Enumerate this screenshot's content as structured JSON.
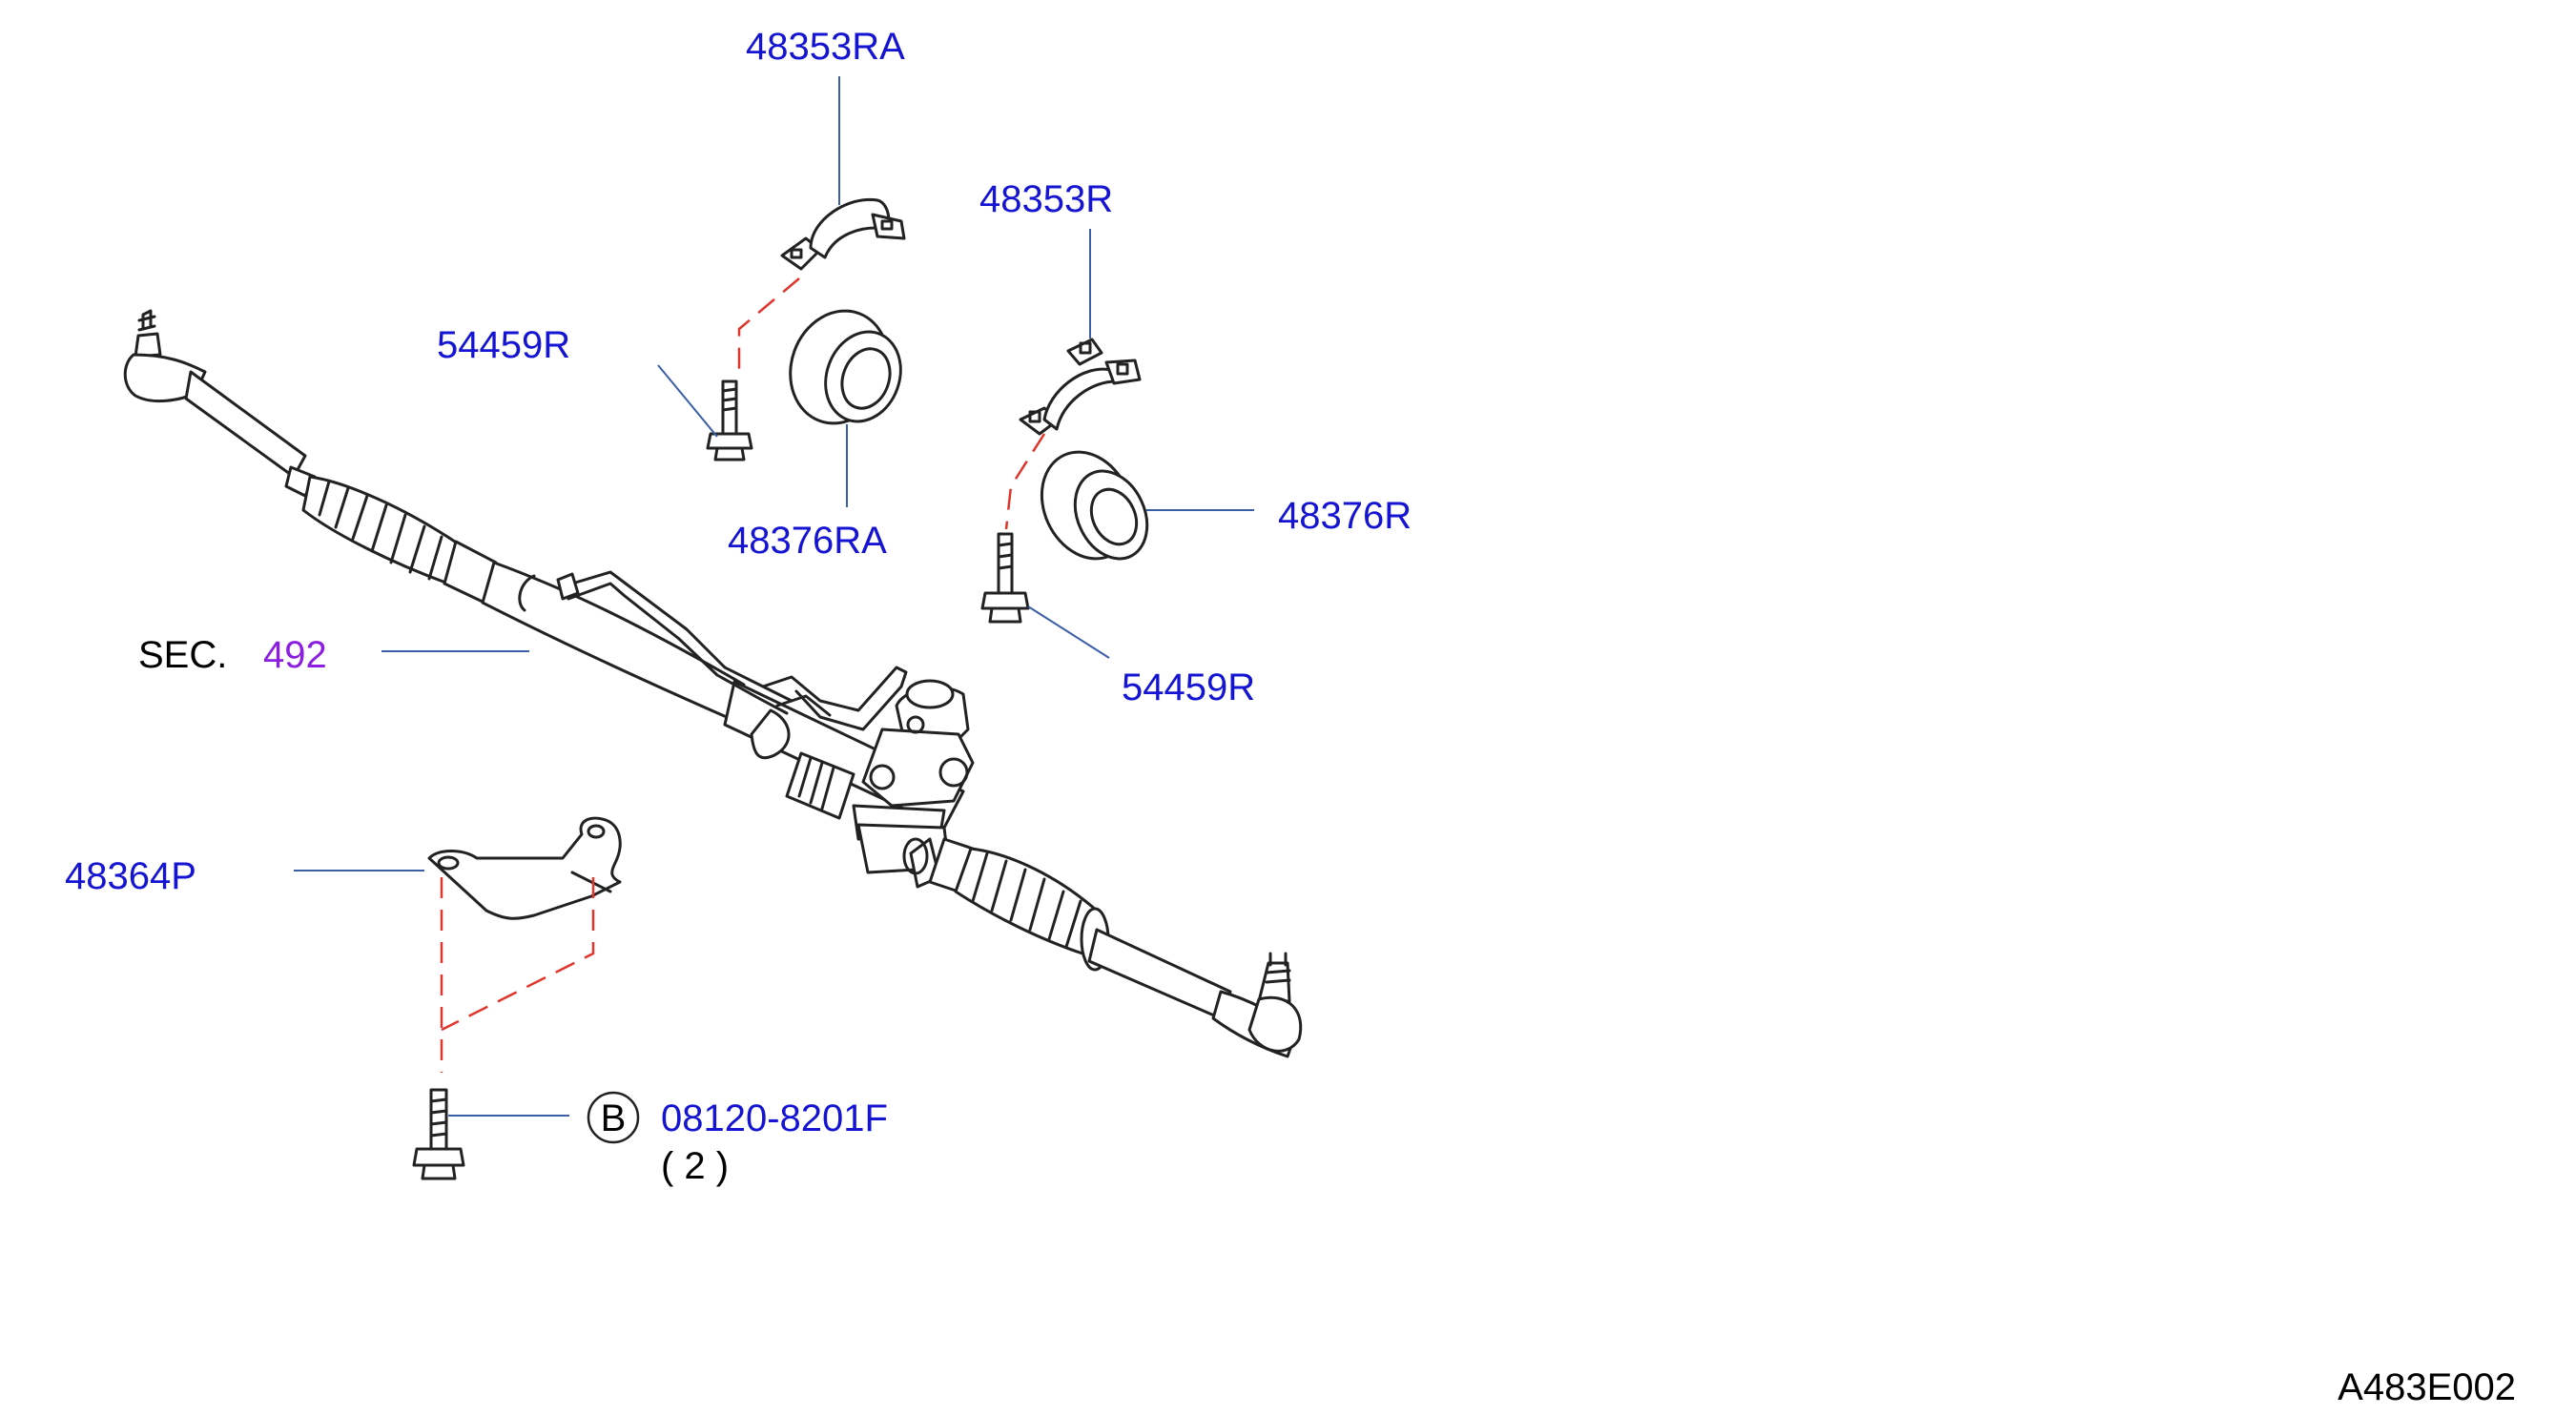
{
  "colors": {
    "part_number": "#1414d2",
    "section_ref": "#8b1ee0",
    "text": "#000000",
    "leader_line": "#3a5ea8",
    "install_dash": "#e0352b",
    "linework": "#222222"
  },
  "labels": {
    "p48353RA": "48353RA",
    "p48353R": "48353R",
    "p54459R_upper": "54459R",
    "p48376RA": "48376RA",
    "p48376R": "48376R",
    "p54459R_lower": "54459R",
    "sec_prefix": "SEC.",
    "sec_number": "492",
    "p48364P": "48364P",
    "bolt_marker": "B",
    "bolt_part": "08120-8201F",
    "bolt_qty": "( 2 )",
    "figure_code": "A483E002"
  }
}
